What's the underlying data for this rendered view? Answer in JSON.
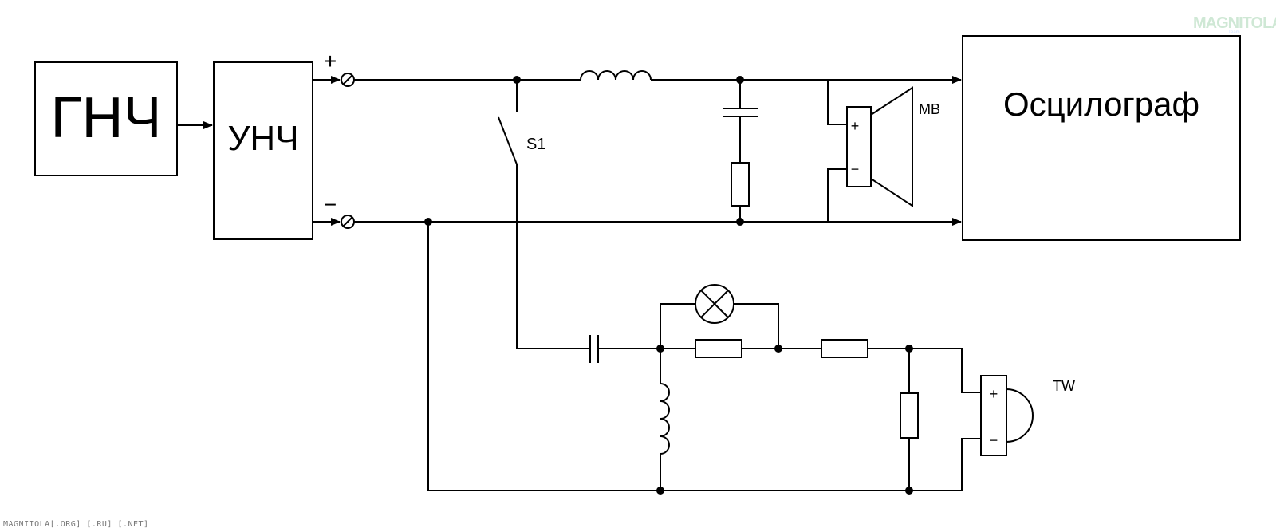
{
  "blocks": {
    "generator": "ГНЧ",
    "amplifier": "УНЧ",
    "oscilloscope": "Осцилограф"
  },
  "terminals": {
    "plus": "+",
    "minus": "−"
  },
  "labels": {
    "switch": "S1",
    "woofer": "MB",
    "tweeter": "TW",
    "woofer_plus": "+",
    "woofer_minus": "−",
    "tweeter_plus": "+",
    "tweeter_minus": "−"
  },
  "watermark": {
    "logo": "MAGNITOLA",
    "logo_sub": "Team"
  },
  "footer": {
    "text": "MAGNITOLA[.ORG] [.RU] [.NET]"
  }
}
